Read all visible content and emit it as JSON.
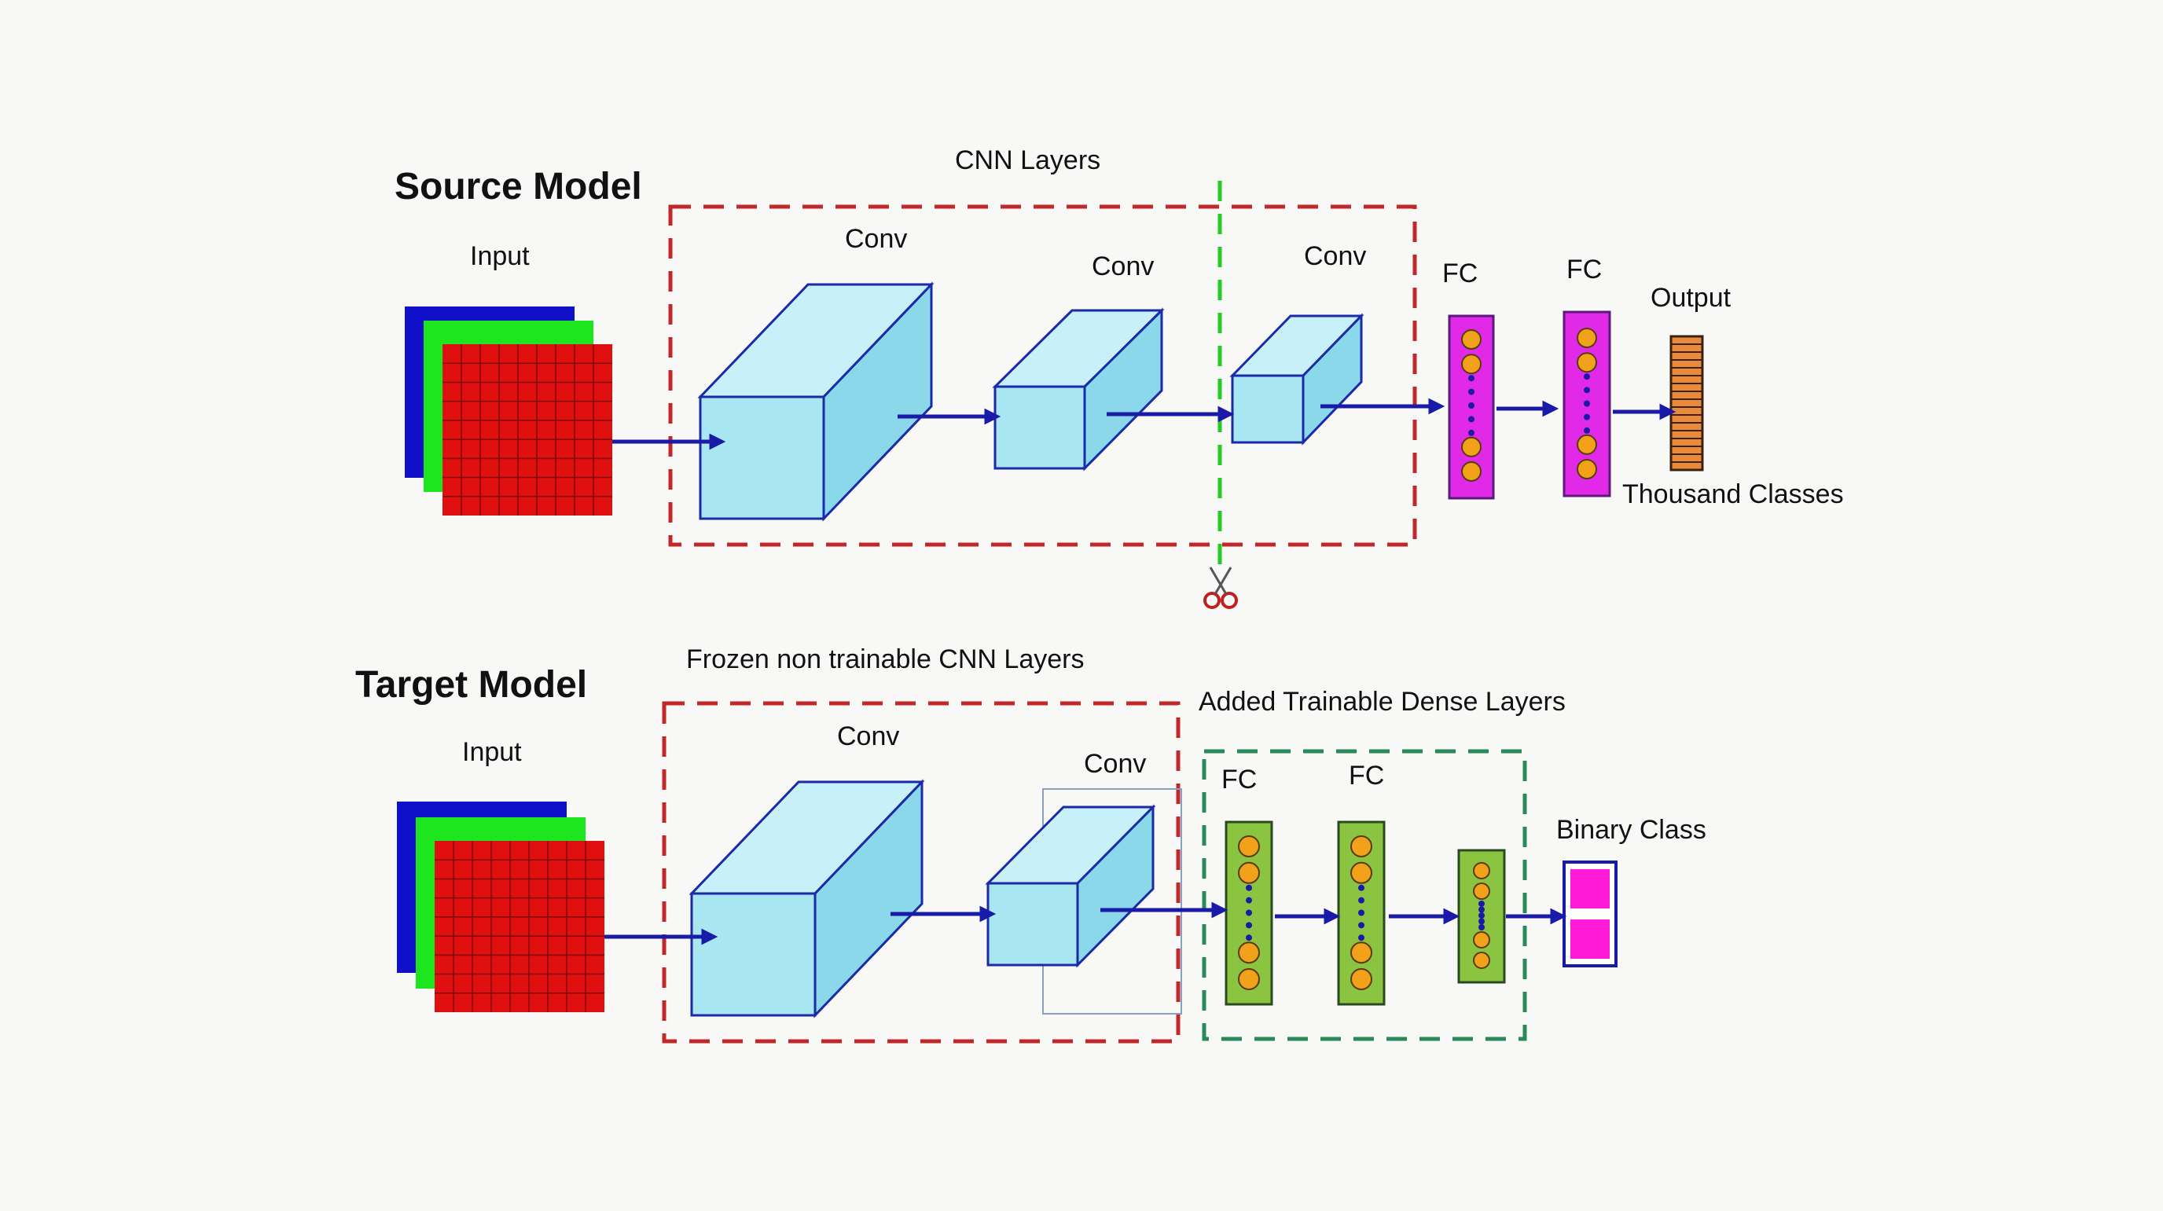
{
  "source_model": {
    "title": "Source Model",
    "input_label": "Input",
    "group_label": "CNN Layers",
    "conv_labels": [
      "Conv",
      "Conv",
      "Conv"
    ],
    "fc_labels": [
      "FC",
      "FC"
    ],
    "output_label": "Output",
    "output_caption": "Thousand Classes"
  },
  "target_model": {
    "title": "Target Model",
    "input_label": "Input",
    "frozen_label": "Frozen non trainable CNN Layers",
    "added_label": "Added Trainable Dense Layers",
    "conv_labels": [
      "Conv",
      "Conv"
    ],
    "fc_labels": [
      "FC",
      "FC"
    ],
    "output_caption": "Binary Class"
  },
  "icons": {
    "cut_marker": "scissors-icon"
  },
  "colors": {
    "input_blue": "#1010c8",
    "input_green": "#1ee61e",
    "input_red": "#e01010",
    "conv_face": "#a8e6f2",
    "conv_edge": "#1a2aa8",
    "fc_source": "#e02ae8",
    "fc_target": "#8ac440",
    "neuron": "#f2a21a",
    "arrow": "#1a1aa8",
    "frozen_box": "#c0282a",
    "trainable_box": "#2a8a5a",
    "cut_line": "#22cc22",
    "output_bar": "#e88a3a",
    "binary_cell": "#ff1ad8"
  }
}
